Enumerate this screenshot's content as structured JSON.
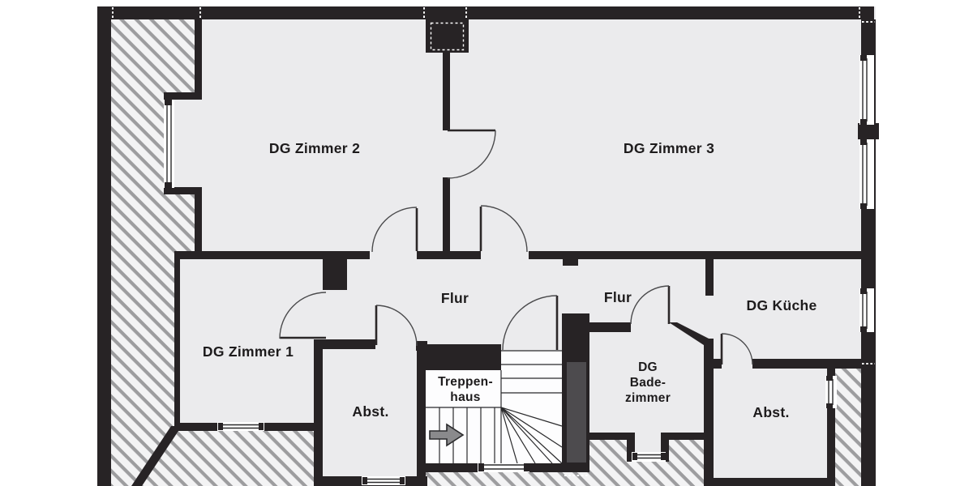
{
  "floor_plan": {
    "rooms": {
      "zimmer2": {
        "label": "DG Zimmer 2"
      },
      "zimmer3": {
        "label": "DG Zimmer 3"
      },
      "zimmer1": {
        "label": "DG Zimmer 1"
      },
      "flur_left": {
        "label": "Flur"
      },
      "flur_right": {
        "label": "Flur"
      },
      "kueche": {
        "label": "DG Küche"
      },
      "abstellraum_left": {
        "label": "Abst."
      },
      "abstellraum_right": {
        "label": "Abst."
      },
      "treppenhaus": {
        "label_line1": "Treppen-",
        "label_line2": "haus"
      },
      "badezimmer": {
        "label_line1": "DG",
        "label_line2": "Bade-",
        "label_line3": "zimmer"
      }
    },
    "icons": {
      "stair_direction_arrow": "arrow pointing right (upstairs direction)"
    },
    "colors": {
      "wall": "#272325",
      "room_fill": "#ebebed",
      "hatch_background": "#f3f3f4",
      "hatch_stripe": "#9d9d9f",
      "stair_fill": "#fdfdfe",
      "label_text": "#1d1b1c",
      "arrow_fill": "#8a8a8c"
    }
  }
}
